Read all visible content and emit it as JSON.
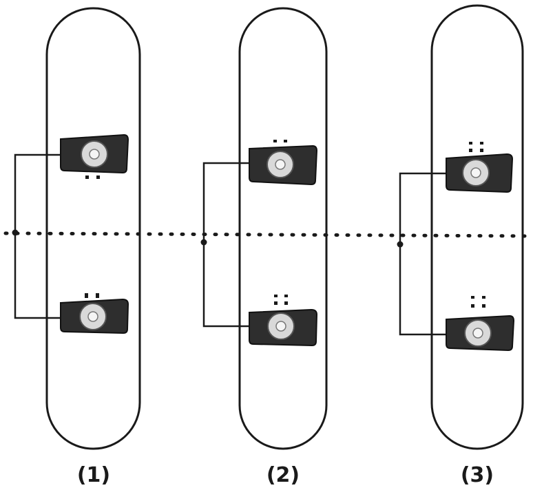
{
  "figure": {
    "labels": [
      "(1)",
      "(2)",
      "(3)"
    ]
  },
  "colors": {
    "outline": "#1a1a1a",
    "binding": "#2e2e2e",
    "disc": "#d9d9d9"
  },
  "icons": [
    "snowboard-icon",
    "binding-icon",
    "stance-bracket-icon",
    "centerline-icon"
  ]
}
